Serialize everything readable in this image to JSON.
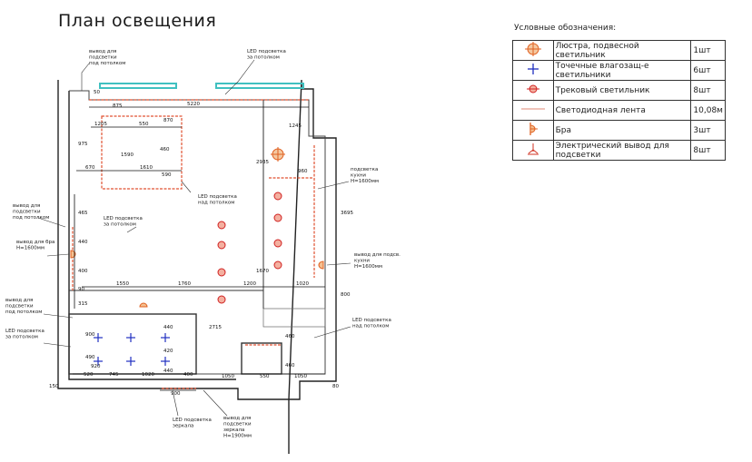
{
  "title": "План освещения",
  "legend": {
    "caption": "Условные обозначения:",
    "rows": [
      {
        "icon": "chandelier-icon",
        "label": "Люстра, подвесной светильник",
        "qty": "1шт"
      },
      {
        "icon": "spotlight-icon",
        "label": "Точечные влагозащ-е светильники",
        "qty": "6шт"
      },
      {
        "icon": "track-light-icon",
        "label": "Трековый светильник",
        "qty": "8шт"
      },
      {
        "icon": "led-strip-icon",
        "label": "Светодиодная лента",
        "qty": "10,08м"
      },
      {
        "icon": "sconce-icon",
        "label": "Бра",
        "qty": "3шт"
      },
      {
        "icon": "electric-outlet-icon",
        "label": "Электрический вывод для подсветки",
        "qty": "8шт"
      }
    ]
  },
  "colors": {
    "wall": "#222222",
    "led": "#e05030",
    "track": "#d02020",
    "spot": "#2030c0",
    "window": "#40c0c0",
    "dim": "#111111"
  },
  "annotations": [
    {
      "id": "a1",
      "lines": [
        "вывод для",
        "подсветки",
        "под потолком"
      ]
    },
    {
      "id": "a2",
      "lines": [
        "LED подсветка",
        "за потолком"
      ]
    },
    {
      "id": "a3",
      "lines": [
        "вывод для",
        "подсветки",
        "под потолком"
      ]
    },
    {
      "id": "a4",
      "lines": [
        "LED подсветка",
        "за потолком"
      ]
    },
    {
      "id": "a5",
      "lines": [
        "вывод для бра",
        "H=1600мм"
      ]
    },
    {
      "id": "a6",
      "lines": [
        "вывод для",
        "подсветки",
        "под потолком"
      ]
    },
    {
      "id": "a7",
      "lines": [
        "LED подсветка",
        "за потолком"
      ]
    },
    {
      "id": "a8",
      "lines": [
        "LED подсветка",
        "над потолком"
      ]
    },
    {
      "id": "a9",
      "lines": [
        "подсветка",
        "кухни",
        "H=1600мм"
      ]
    },
    {
      "id": "a10",
      "lines": [
        "вывод для подсв.",
        "кухни",
        "H=1600мм"
      ]
    },
    {
      "id": "a11",
      "lines": [
        "LED подсветка",
        "над потолком"
      ]
    },
    {
      "id": "a12",
      "lines": [
        "LED подсветка",
        "зеркала"
      ]
    },
    {
      "id": "a13",
      "lines": [
        "вывод для",
        "подсветки",
        "зеркала",
        "H=1900мм"
      ]
    }
  ],
  "dimensions": {
    "d5220": "5220",
    "d50": "50",
    "d875": "875",
    "d1205": "1205",
    "d550": "550",
    "d870": "870",
    "d1590": "1590",
    "d460": "460",
    "d670": "670",
    "d1610": "1610",
    "d590": "590",
    "d975": "975",
    "d1245": "1245",
    "d2935": "2935",
    "d960": "960",
    "d3695": "3695",
    "d465": "465",
    "d440": "440",
    "d1550": "1550",
    "d1760": "1760",
    "d1200": "1200",
    "d1020": "1020",
    "d1670": "1670",
    "d800": "800",
    "d315": "315",
    "d2715": "2715",
    "d520": "520",
    "d745": "745",
    "d1020b": "1020",
    "d400": "400",
    "d1050": "1050",
    "d550b": "550",
    "d1050b": "1050",
    "d900": "900",
    "d150": "150",
    "d80": "80",
    "d440b": "440",
    "d420": "420",
    "d440c": "440",
    "d900b": "900",
    "d490": "490",
    "d920": "920",
    "d460b": "460",
    "d460c": "460",
    "d400b": "400",
    "d90": "90"
  }
}
